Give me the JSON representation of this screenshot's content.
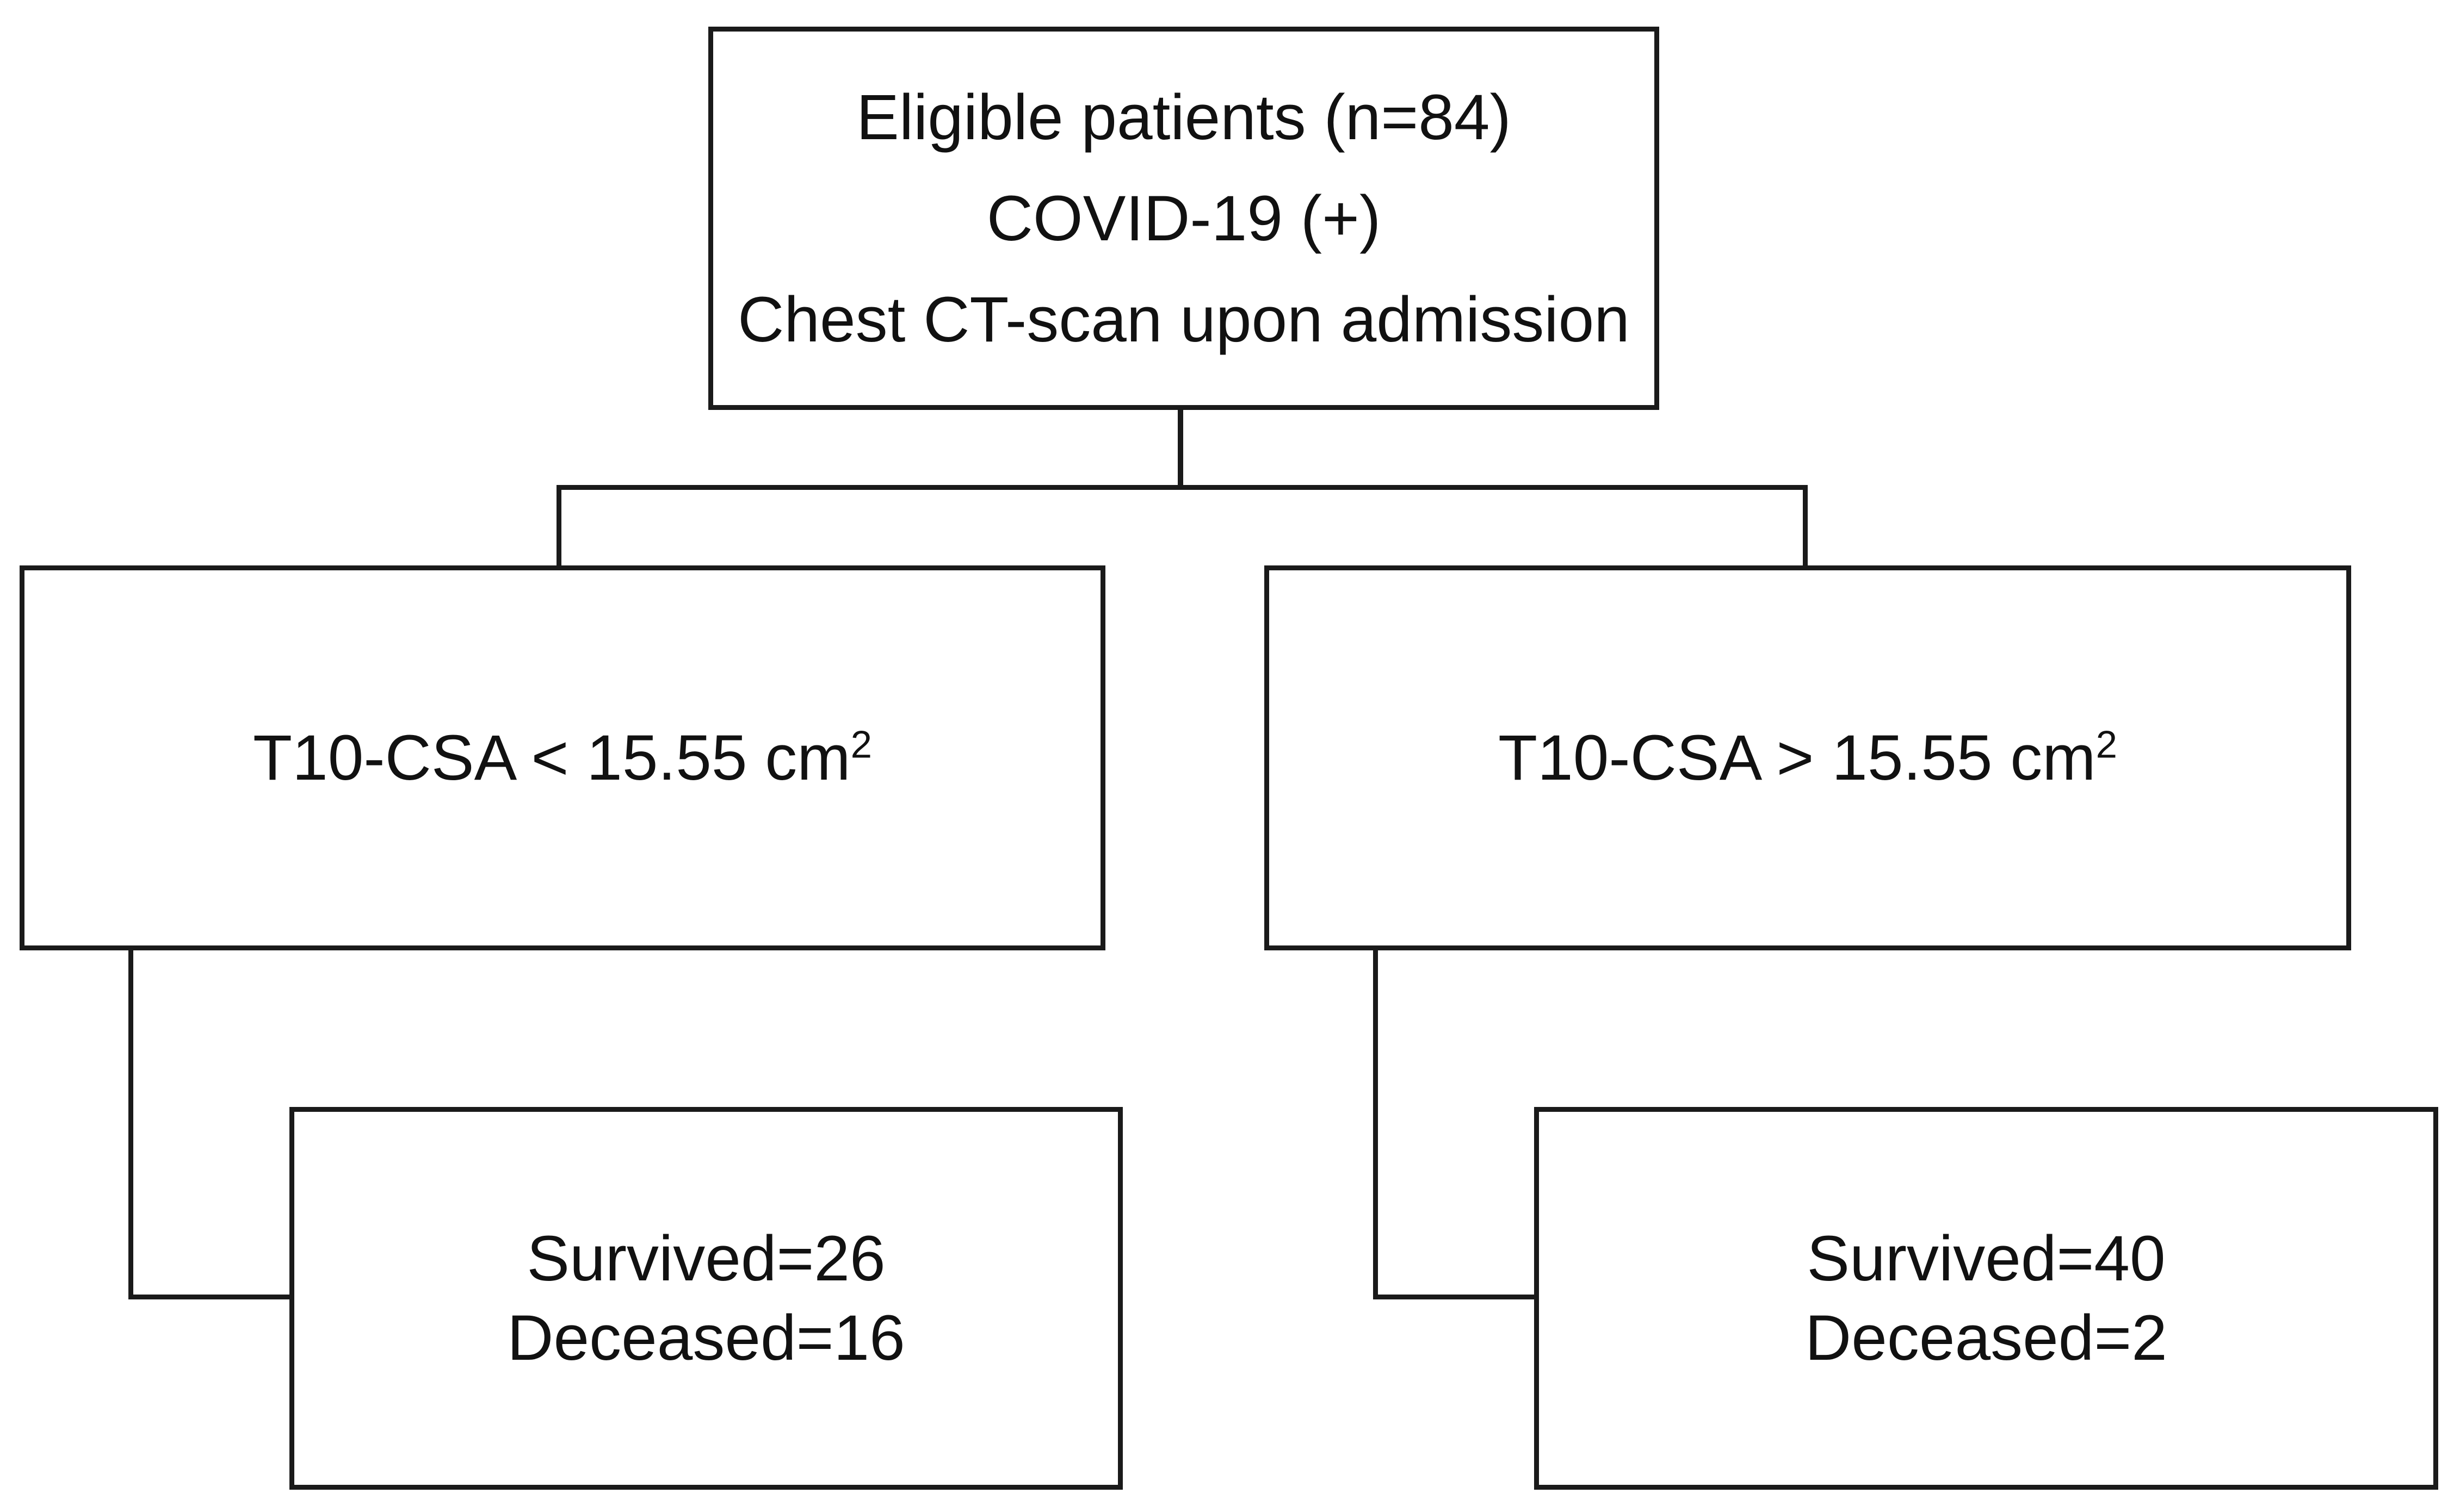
{
  "flowchart": {
    "root": {
      "lines": [
        "Eligible patients (n=84)",
        "COVID-19 (+)",
        "Chest CT-scan upon admission"
      ]
    },
    "groups": [
      {
        "label": "T10-CSA < 15.55 cm",
        "superscript": "2",
        "outcomes": [
          "Survived=26",
          "Deceased=16"
        ]
      },
      {
        "label": "T10-CSA > 15.55 cm",
        "superscript": "2",
        "outcomes": [
          "Survived=40",
          "Deceased=2"
        ]
      }
    ]
  }
}
